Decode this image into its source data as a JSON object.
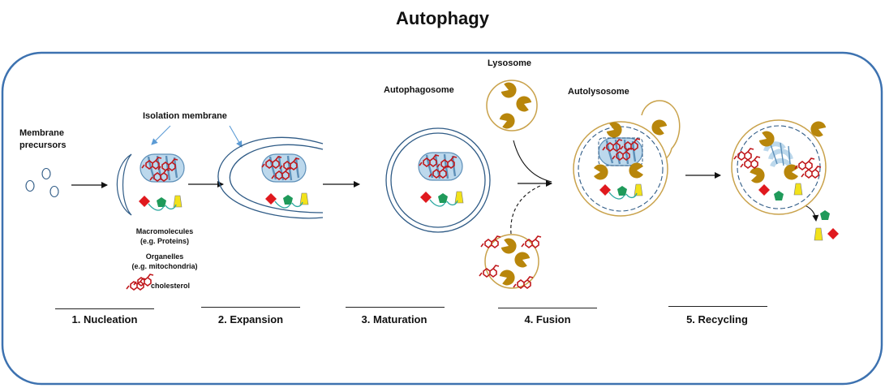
{
  "title": "Autophagy",
  "labels": {
    "membrane_precursors_line1": "Membrane",
    "membrane_precursors_line2": "precursors",
    "isolation_membrane": "Isolation  membrane",
    "autophagosome": "Autophagosome",
    "lysosome": "Lysosome",
    "autolysosome": "Autolysosome",
    "macromolecules_line1": "Macromolecules",
    "macromolecules_line2": "(e.g. Proteins)",
    "organelles_line1": "Organelles",
    "organelles_line2": "(e.g. mitochondria)",
    "cholesterol": "cholesterol"
  },
  "steps": [
    {
      "label": "1. Nucleation"
    },
    {
      "label": "2. Expansion"
    },
    {
      "label": "3. Maturation"
    },
    {
      "label": "4. Fusion"
    },
    {
      "label": "5. Recycling"
    }
  ],
  "colors": {
    "frame": "#3d72b0",
    "membrane": "#2f5b86",
    "mito_fill": "#bcd8ec",
    "mito_stroke": "#5d8fb8",
    "lysosome": "#c9a24b",
    "enzyme": "#b8860b",
    "cholesterol": "#c0181c",
    "diamond": "#e0191e",
    "pentagon": "#1f9a5a",
    "trapezoid": "#f2e21a"
  }
}
